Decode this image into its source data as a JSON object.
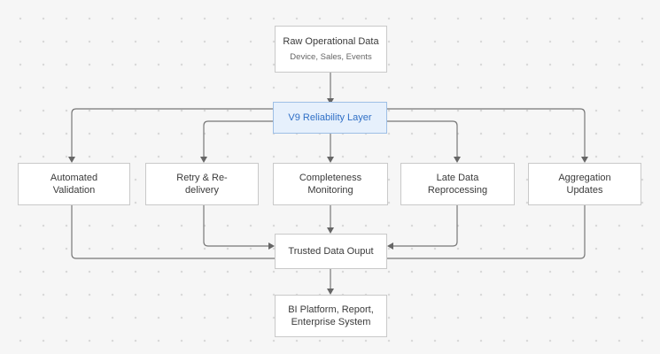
{
  "nodes": {
    "source": {
      "title": "Raw Operational Data",
      "subtitle": "Device, Sales, Events"
    },
    "reliability": {
      "title": "V9 Reliability Layer"
    },
    "validation": {
      "title": "Automated Validation"
    },
    "retry": {
      "title": "Retry & Re-delivery"
    },
    "completeness": {
      "title": "Completeness Monitoring"
    },
    "late": {
      "title": "Late Data Reprocessing"
    },
    "aggregation": {
      "title": "Aggregation Updates"
    },
    "output": {
      "title": "Trusted Data Ouput"
    },
    "consumers": {
      "title": "BI Platform, Report, Enterprise System"
    }
  },
  "colors": {
    "highlight": "#e6f0fc",
    "highlight_border": "#9ebfe6",
    "highlight_text": "#2f6fc6",
    "connector": "#777777"
  }
}
